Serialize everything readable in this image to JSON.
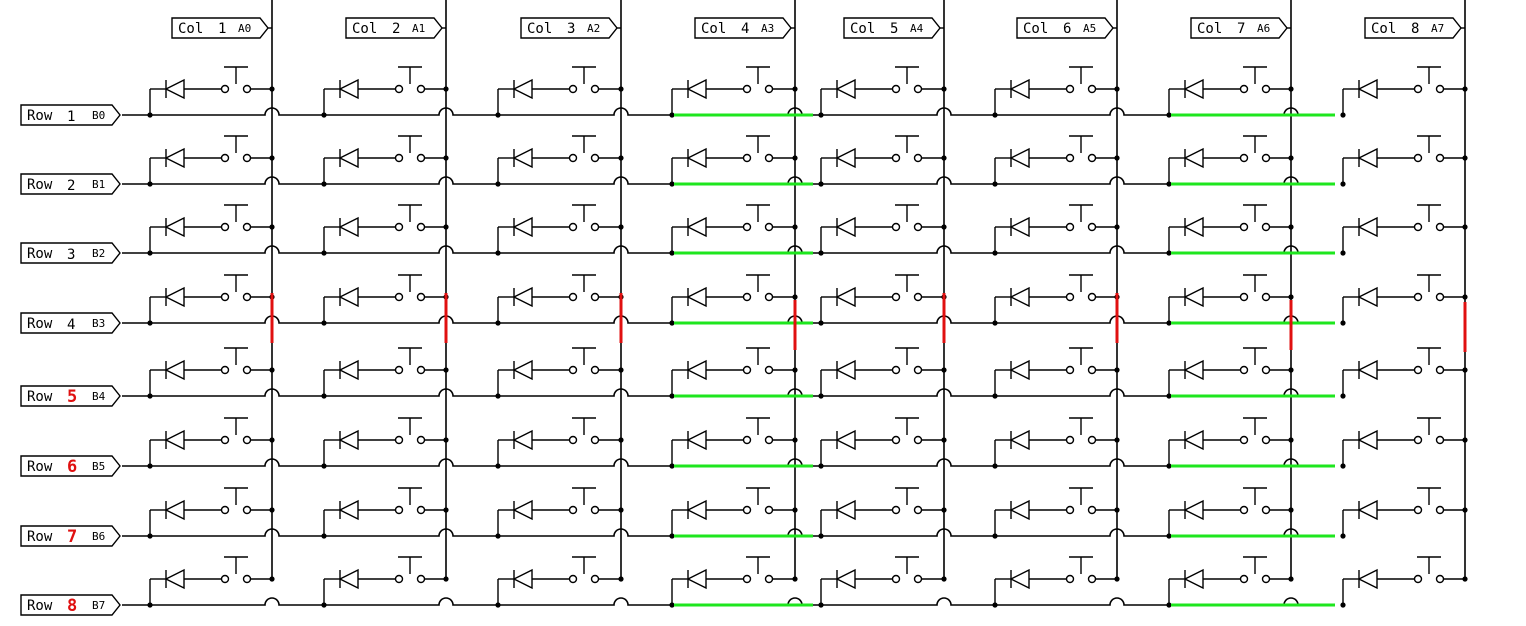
{
  "colors": {
    "wire": "#000000",
    "active_row_highlight": "#1ee61e",
    "active_column_highlight": "#e01010",
    "row_number_highlight": "#e01010"
  },
  "columns": [
    {
      "label": "Col",
      "num": "1",
      "pin": "A0"
    },
    {
      "label": "Col",
      "num": "2",
      "pin": "A1"
    },
    {
      "label": "Col",
      "num": "3",
      "pin": "A2"
    },
    {
      "label": "Col",
      "num": "4",
      "pin": "A3"
    },
    {
      "label": "Col",
      "num": "5",
      "pin": "A4"
    },
    {
      "label": "Col",
      "num": "6",
      "pin": "A5"
    },
    {
      "label": "Col",
      "num": "7",
      "pin": "A6"
    },
    {
      "label": "Col",
      "num": "8",
      "pin": "A7"
    }
  ],
  "rows": [
    {
      "label": "Row",
      "num": "1",
      "pin": "B0",
      "num_red": false
    },
    {
      "label": "Row",
      "num": "2",
      "pin": "B1",
      "num_red": false
    },
    {
      "label": "Row",
      "num": "3",
      "pin": "B2",
      "num_red": false
    },
    {
      "label": "Row",
      "num": "4",
      "pin": "B3",
      "num_red": false
    },
    {
      "label": "Row",
      "num": "5",
      "pin": "B4",
      "num_red": true
    },
    {
      "label": "Row",
      "num": "6",
      "pin": "B5",
      "num_red": true
    },
    {
      "label": "Row",
      "num": "7",
      "pin": "B6",
      "num_red": true
    },
    {
      "label": "Row",
      "num": "8",
      "pin": "B7",
      "num_red": true
    }
  ],
  "cell_symbols": [
    "diode",
    "pushbutton-switch"
  ],
  "highlighted_row": "4",
  "highlighted_columns": [
    "4",
    "7"
  ]
}
